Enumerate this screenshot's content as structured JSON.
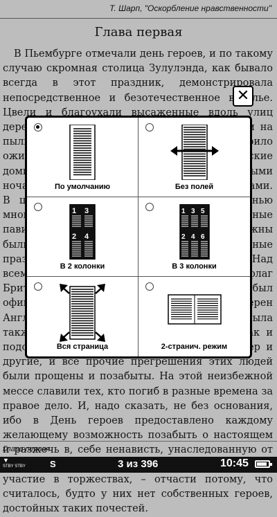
{
  "header": {
    "title": "Т. Шарп, \"Оскорбление нравственности\""
  },
  "chapter_title": "Глава первая",
  "body_text": "В Пьембурге отмечали день героев, и по такому случаю скромная столица Зулулэнда, как бывало всегда в этот праздник, демонстрировала непосредственное и безотечественное веселье. Цвели и благоухали высаженные вдоль улиц деревья жакаранды, дома тонули в цветах, и на пыльных улицах городка на сей раз царило оживление. Улицы и многочисленные бурские домики с черепичными крышами, увитыми ночами, были украшены флагами и гирляндами. В центре, на рыночной площади, под сенью многочисленных флагов, стояли праздничные павильоны и трибуна. Здесь, как обычно, должны были состояться и другие общественные празднества, приличествующие событию. Над всем городом развевался английский флаг Британской империи. Ибо Зулулэнд, хоть и был официально своей, на деле оставался верен Англии и королевскому флагу. В этот день была также традиция помнить и чтить героев как и подобает. Так, Адольф Фентон, Вильям Купер и другие, и все прочие прегрешения этих людей были прощены и позабыты. На этой неизбежной мессе славили тех, кто погиб в разные времена за правое дело. И, надо сказать, не без основания, ибо в День героев предоставлено каждому желающему возможность позабыть о настоящем и разжечь в, себе ненависть, унаследованную от прошлого. Лишь зулусам запрещалось принимать участие в торжествах, – отчасти потому, что считалось, будто у них нет собственных героев, достойных таких почестей.",
  "footer": {
    "chapter": "Глава первая"
  },
  "status_bar": {
    "wifi_text": "STBY STBY",
    "symbol": "S",
    "page": "3 из 396",
    "time": "10:45",
    "battery_level": 0.85
  },
  "dialog": {
    "close_label": "✕",
    "selected_index": 0,
    "options": [
      {
        "label": "По умолчанию",
        "icon": "page-default-icon"
      },
      {
        "label": "Без полей",
        "icon": "page-no-margins-icon"
      },
      {
        "label": "В 2 колонки",
        "icon": "two-columns-icon",
        "column_numbers": [
          "1",
          "3",
          "2",
          "4"
        ]
      },
      {
        "label": "В 3 колонки",
        "icon": "three-columns-icon",
        "column_numbers": [
          "1",
          "3",
          "5",
          "2",
          "4",
          "6"
        ]
      },
      {
        "label": "Вся страница",
        "icon": "fit-page-icon"
      },
      {
        "label": "2-странич. режим",
        "icon": "two-page-mode-icon"
      }
    ]
  }
}
